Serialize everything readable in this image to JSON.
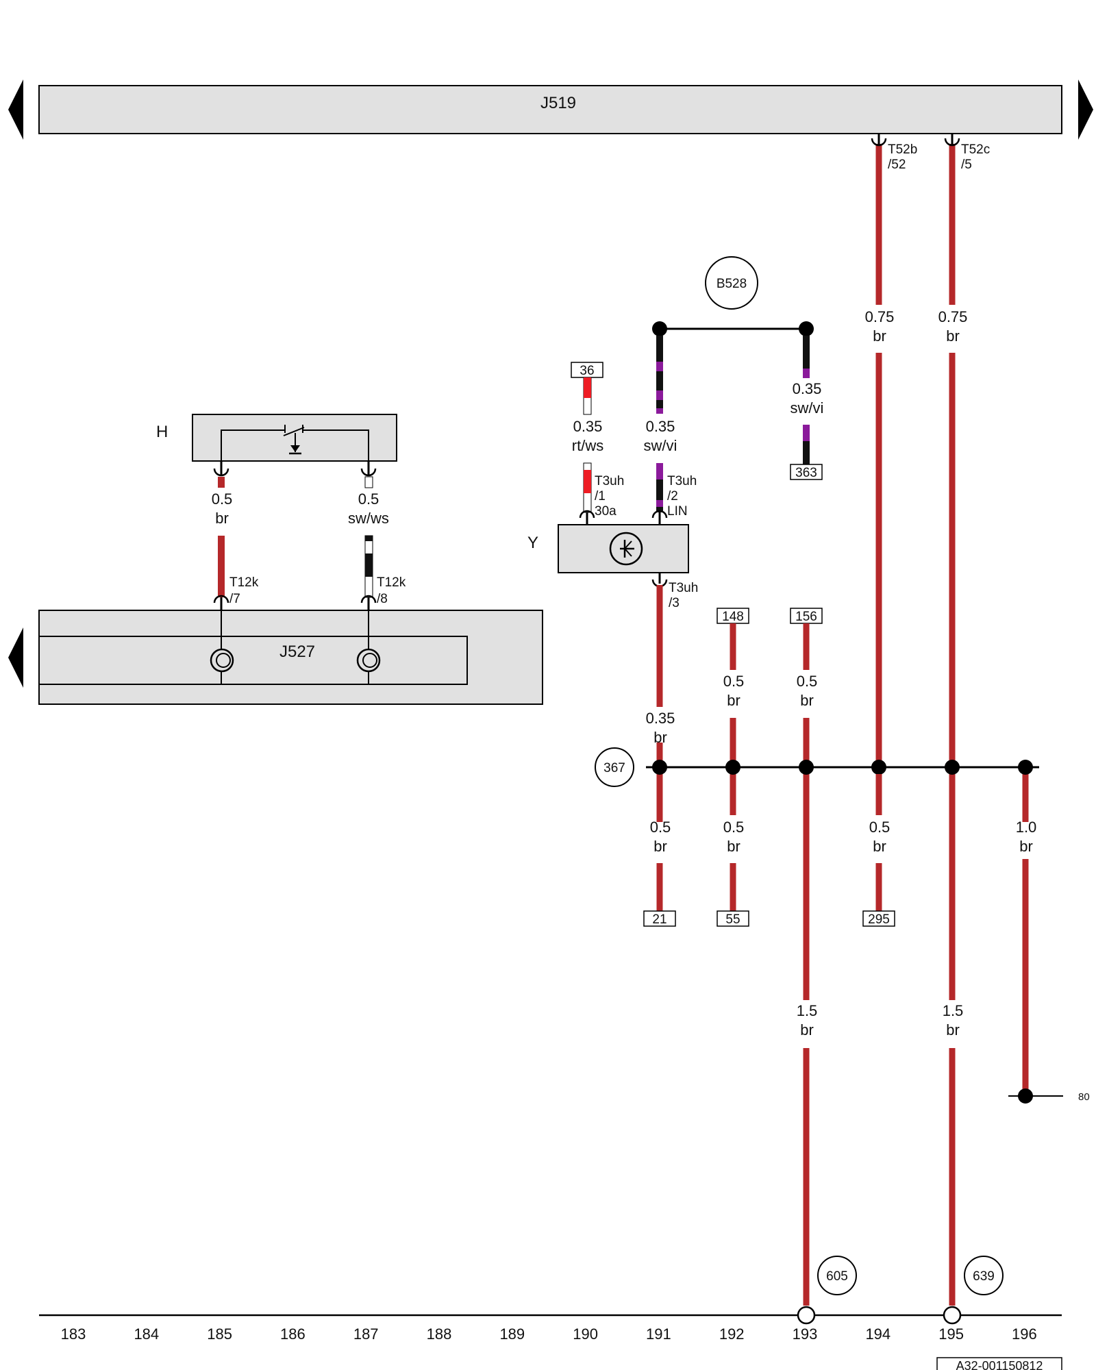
{
  "components": {
    "j519": "J519",
    "j527": "J527",
    "h": "H",
    "y": "Y"
  },
  "connectors": {
    "t52b": "T52b",
    "t52b_pin": "/52",
    "t52c": "T52c",
    "t52c_pin": "/5",
    "t12k_a": "T12k",
    "t12k_a_pin": "/7",
    "t12k_b": "T12k",
    "t12k_b_pin": "/8",
    "t3uh_1": "T3uh",
    "t3uh_1_pin": "/1",
    "t3uh_1_term": "30a",
    "t3uh_2": "T3uh",
    "t3uh_2_pin": "/2",
    "t3uh_2_term": "LIN",
    "t3uh_3": "T3uh",
    "t3uh_3_pin": "/3"
  },
  "circles": {
    "b528": "B528",
    "c367": "367",
    "c605": "605",
    "c639": "639"
  },
  "refs": {
    "r36": "36",
    "r363": "363",
    "r148": "148",
    "r156": "156",
    "r21": "21",
    "r55": "55",
    "r295": "295"
  },
  "wires": {
    "w194_size": "0.75",
    "w194_color": "br",
    "w195_size": "0.75",
    "w195_color": "br",
    "w_sv1_size": "0.35",
    "w_sv1_color": "sw/vi",
    "w_rt_size": "0.35",
    "w_rt_color": "rt/ws",
    "w_sv2_size": "0.35",
    "w_sv2_color": "sw/vi",
    "w_h1_size": "0.5",
    "w_h1_color": "br",
    "w_h2_size": "0.5",
    "w_h2_color": "sw/ws",
    "w191a_size": "0.35",
    "w191a_color": "br",
    "w192a_size": "0.5",
    "w192a_color": "br",
    "w193a_size": "0.5",
    "w193a_color": "br",
    "w191b_size": "0.5",
    "w191b_color": "br",
    "w192b_size": "0.5",
    "w192b_color": "br",
    "w194b_size": "0.5",
    "w194b_color": "br",
    "w196_size": "1.0",
    "w196_color": "br",
    "w193b_size": "1.5",
    "w193b_color": "br",
    "w195b_size": "1.5",
    "w195b_color": "br"
  },
  "side_ref": "80",
  "track_numbers": [
    "183",
    "184",
    "185",
    "186",
    "187",
    "188",
    "189",
    "190",
    "191",
    "192",
    "193",
    "194",
    "195",
    "196"
  ],
  "drawing_id": "A32-001150812",
  "colors": {
    "br": "#b5282a",
    "rt": "#ee1c24",
    "vi": "#8b1a9b",
    "sw": "#111111",
    "ws": "#ffffff",
    "panel": "#e1e1e1"
  }
}
